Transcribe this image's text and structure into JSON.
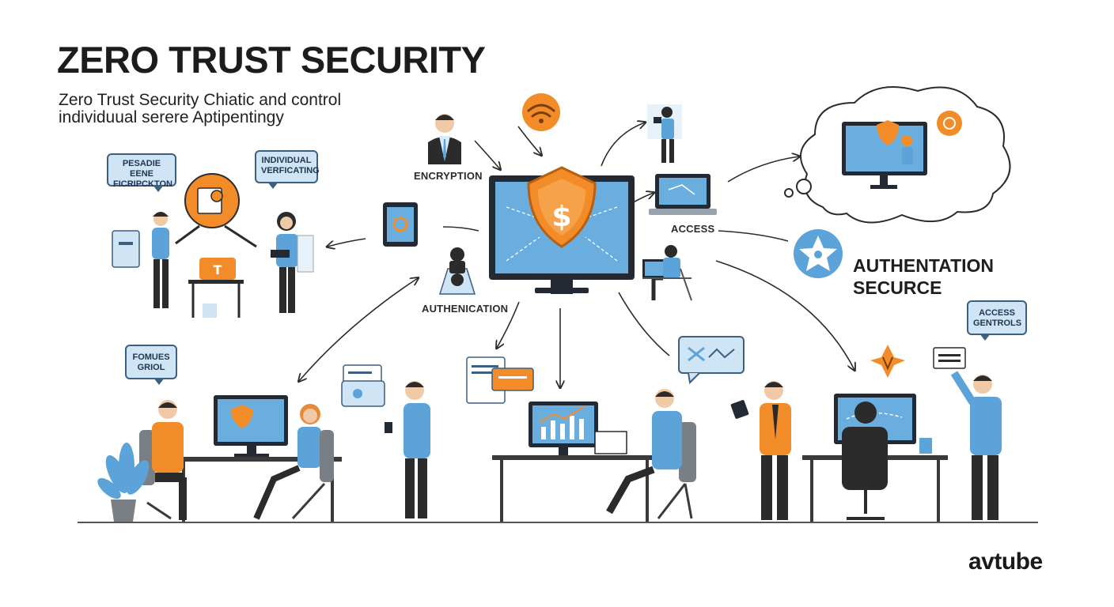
{
  "header": {
    "title": "ZERO TRUST SECURITY",
    "subtitle_line1": "Zero Trust Security Chiatic and control",
    "subtitle_line2": "individuual serere Aptipentingy"
  },
  "labels": {
    "encryption": "ENCRYPTION",
    "access": "ACCESS",
    "authenication": "AUTHENICATION",
    "authentation_line1": "AUTHENTATION",
    "authentation_line2": "SECURCE"
  },
  "bubbles": {
    "top_left_line1": "PESADIE EENE",
    "top_left_line2": "FICRIPCKTON",
    "individual_line1": "INDIVIDUAL",
    "individual_line2": "VERFICATING",
    "fomues_line1": "FOMUES",
    "fomues_line2": "GRIOL",
    "access_controls_line1": "ACCESS",
    "access_controls_line2": "GENTROLS"
  },
  "brand": {
    "name": "avtube"
  },
  "colors": {
    "accent_orange": "#f28c28",
    "screen_blue": "#6aaee0",
    "shirt_blue": "#5ba3d9",
    "dark": "#2b2b2b",
    "bubble_fill": "#cfe4f5"
  },
  "icons": [
    "shield-icon",
    "dollar-icon",
    "wifi-icon",
    "lock-icon",
    "star-badge-icon",
    "cloud-icon",
    "plant-icon"
  ]
}
